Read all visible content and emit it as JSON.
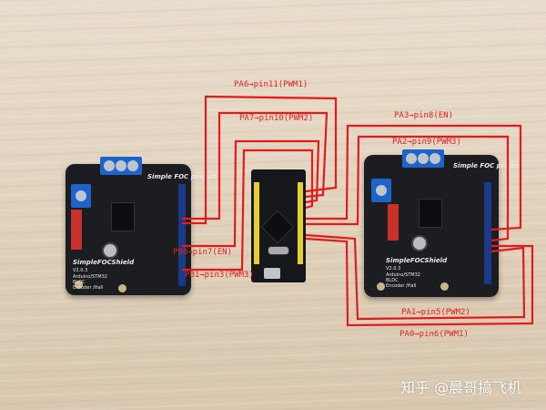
{
  "photo": {
    "left_board": {
      "silk_title": "Simple FOC project",
      "silk_logo": "SimpleFOCShield",
      "silk_version": "V2.0.3",
      "silk_lines": [
        "Arduino/STM32",
        "BLDC",
        "Encoder /Hall"
      ]
    },
    "right_board": {
      "silk_title": "Simple FOC project",
      "silk_logo": "SimpleFOCShield",
      "silk_version": "V2.0.3",
      "silk_lines": [
        "Arduino/STM32",
        "BLDC",
        "Encoder /Hall"
      ]
    }
  },
  "annotations": {
    "wire_color": "#e02020",
    "labels": [
      "PA6→pin11(PWM1)",
      "PA7→pin10(PWM2)",
      "PB0→pin7(EN)",
      "PB1→pin3(PWM3)",
      "PA3→pin8(EN)",
      "PA2→pin9(PWM3)",
      "PA1→pin5(PWM2)",
      "PA0→pin6(PWM1)"
    ]
  },
  "watermark": "知乎 @晨哥搞飞机"
}
